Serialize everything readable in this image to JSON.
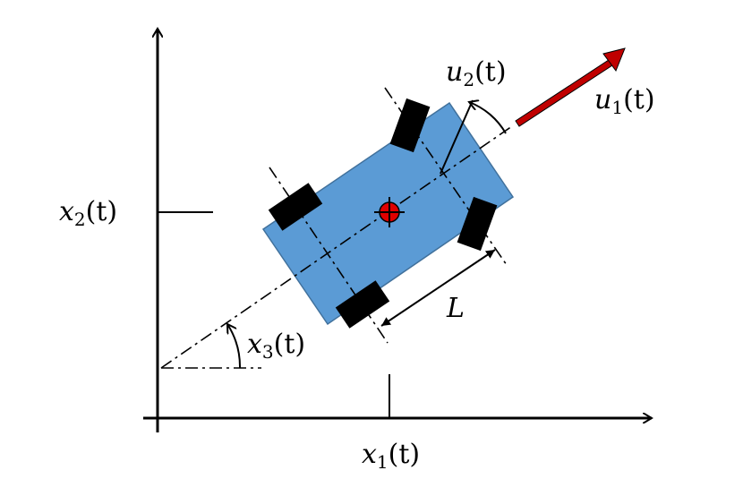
{
  "labels": {
    "x2": {
      "var": "x",
      "sub": "2",
      "arg": "(t)"
    },
    "x1": {
      "var": "x",
      "sub": "1",
      "arg": "(t)"
    },
    "x3": {
      "var": "x",
      "sub": "3",
      "arg": "(t)"
    },
    "u1": {
      "var": "u",
      "sub": "1",
      "arg": "(t)"
    },
    "u2": {
      "var": "u",
      "sub": "2",
      "arg": "(t)"
    },
    "L": "L"
  },
  "colors": {
    "body": "#5b9bd5",
    "body_edge": "#41719c",
    "wheel": "#000000",
    "arrow": "#c00000",
    "marker": "#e00000",
    "line": "#000000"
  }
}
